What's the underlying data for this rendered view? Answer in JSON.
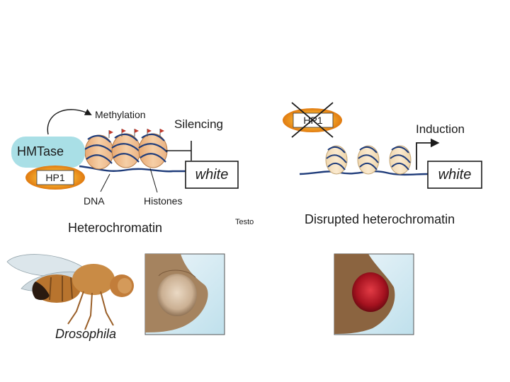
{
  "left_panel": {
    "methylation": "Methylation",
    "silencing": "Silencing",
    "hmtase": "HMTase",
    "hp1": "HP1",
    "gene": "white",
    "dna": "DNA",
    "histones": "Histones",
    "caption": "Heterochromatin"
  },
  "right_panel": {
    "hp1": "HP1",
    "induction": "Induction",
    "gene": "white",
    "caption": "Disrupted heterochromatin"
  },
  "placeholder_text": "Testo",
  "fly_caption": "Drosophila",
  "colors": {
    "histone": "#f2c79a",
    "dna": "#1f3c7a",
    "hmtase": "#a9dfe6",
    "hp1_glow": "#f0a020",
    "flag": "#c0392b",
    "red_eye": "#b0182a"
  }
}
